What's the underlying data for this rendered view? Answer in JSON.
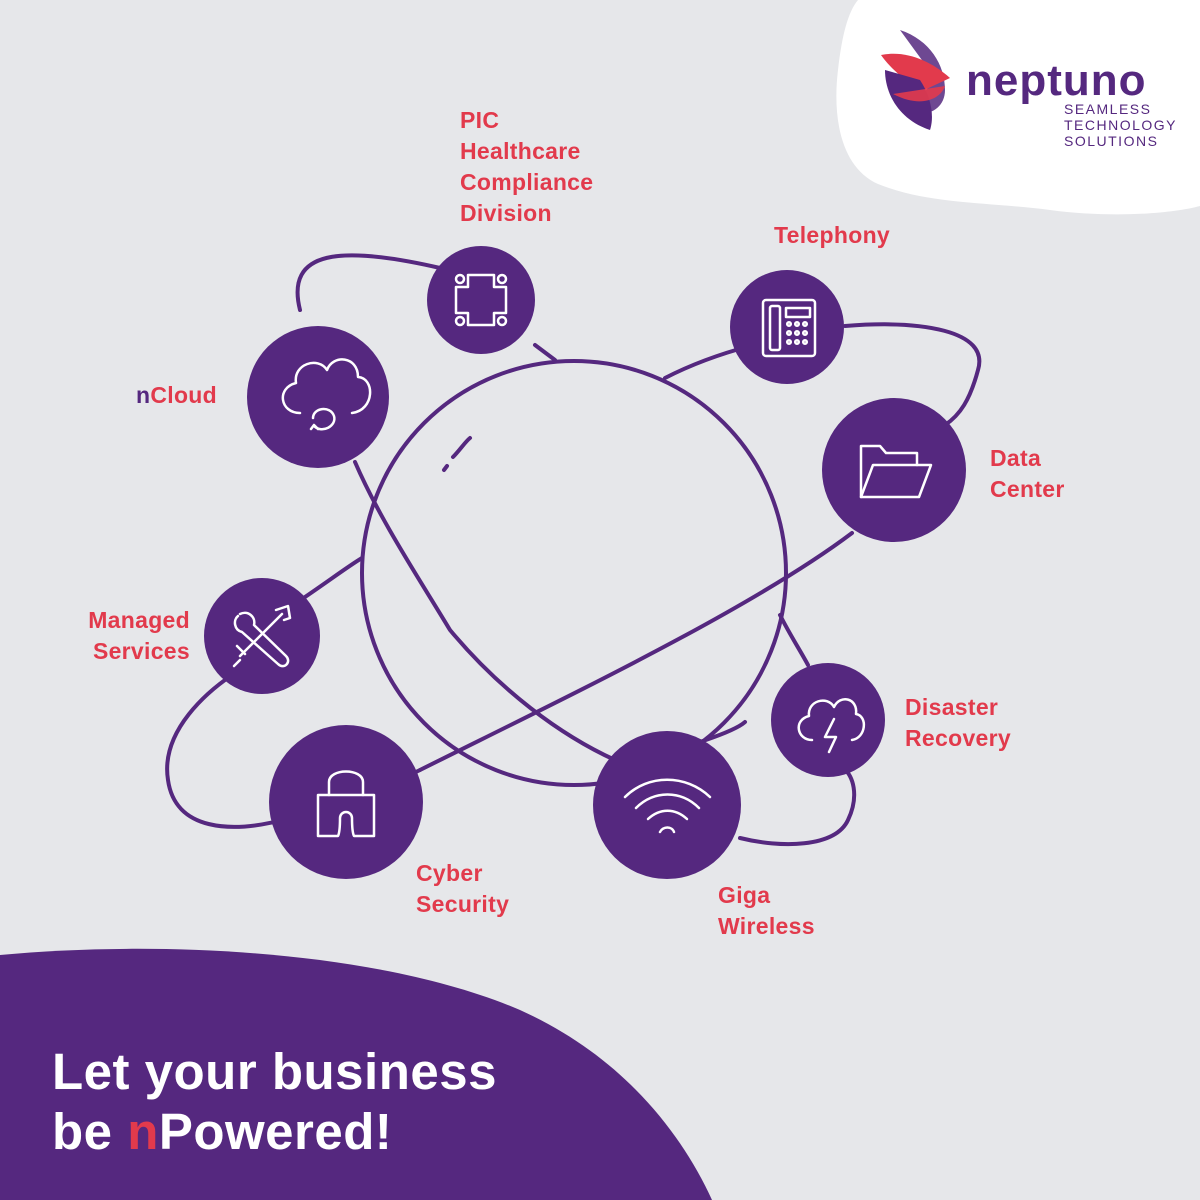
{
  "colors": {
    "background": "#e6e7ea",
    "purple": "#55287f",
    "red": "#e23a4c",
    "white": "#ffffff"
  },
  "brand": {
    "name": "neptuno",
    "tagline": "SEAMLESS\nTECHNOLOGY\nSOLUTIONS",
    "logo_icon": "neptuno-logo-icon"
  },
  "services": {
    "pic": {
      "label": "PIC\nHealthcare\nCompliance\nDivision",
      "icon": "medical-cross-icon"
    },
    "telephony": {
      "label": "Telephony",
      "icon": "desk-phone-icon"
    },
    "ncloud": {
      "prefix": "n",
      "label": "Cloud",
      "icon": "cloud-sync-icon"
    },
    "data_center": {
      "label": "Data\nCenter",
      "icon": "folder-icon"
    },
    "managed": {
      "label": "Managed\nServices",
      "icon": "tools-icon"
    },
    "disaster": {
      "label": "Disaster\nRecovery",
      "icon": "storm-cloud-icon"
    },
    "cyber": {
      "label": "Cyber\nSecurity",
      "icon": "padlock-icon"
    },
    "giga": {
      "label": "Giga\nWireless",
      "icon": "wifi-icon"
    }
  },
  "footer": {
    "line1": "Let your business",
    "line2_start": "be ",
    "line2_accent": "n",
    "line2_end": "Powered!"
  }
}
